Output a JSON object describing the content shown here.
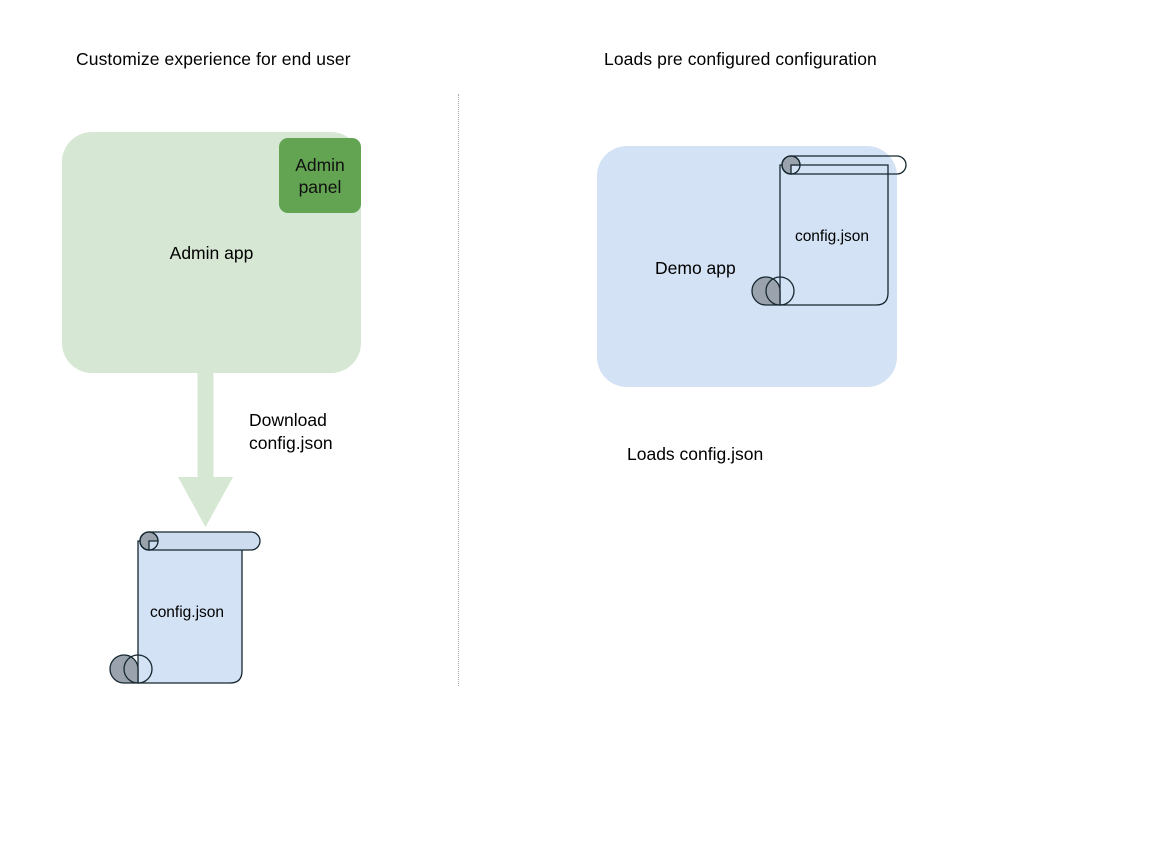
{
  "titles": {
    "left": "Customize experience for end user",
    "right": "Loads pre configured configuration"
  },
  "left_flow": {
    "app": {
      "label": "Admin app",
      "fill": "#d6e8d3"
    },
    "panel": {
      "label": "Admin panel",
      "line1": "Admin",
      "line2": "panel",
      "fill": "#63a453"
    },
    "arrow": {
      "label_line1": "Download",
      "label_line2": "config.json",
      "fill": "#d6e8d3"
    },
    "document": {
      "label": "config.json",
      "fill": "#d3e2f4",
      "stroke": "#16272f",
      "roll_fill": "#9aa3ad"
    }
  },
  "right_flow": {
    "app": {
      "label": "Demo app",
      "fill": "#d3e2f4"
    },
    "document": {
      "label": "config.json",
      "fill": "transparent",
      "stroke": "#16272f",
      "roll_fill": "#9aa3ad"
    },
    "caption": "Loads config.json"
  },
  "divider": {
    "style": "dotted",
    "color": "#9a9a9a"
  },
  "icons": {
    "arrow": "down-arrow-icon",
    "document": "scroll-document-icon"
  }
}
